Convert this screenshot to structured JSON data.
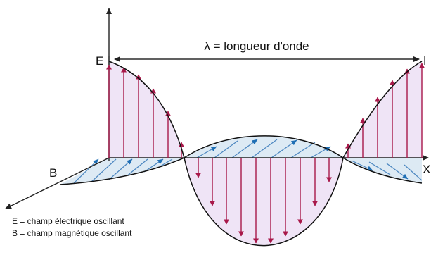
{
  "diagram": {
    "wavelength_label": "λ = longueur d'onde",
    "e_label": "E",
    "b_label": "B",
    "x_label": "X",
    "legend": [
      "E = champ électrique oscillant",
      "B = champ magnétique oscillant"
    ]
  },
  "colors": {
    "electric_field": "#a8184a",
    "electric_fill": "#efe4f6",
    "magnetic_field": "#1f6fb5",
    "magnetic_fill": "#ddeaf4",
    "magnetic_hatch": "#4b86c0",
    "axis": "#222222",
    "curve": "#111111"
  },
  "icons": {
    "axis_arrow": "arrowhead",
    "field_vector": "arrowhead"
  }
}
